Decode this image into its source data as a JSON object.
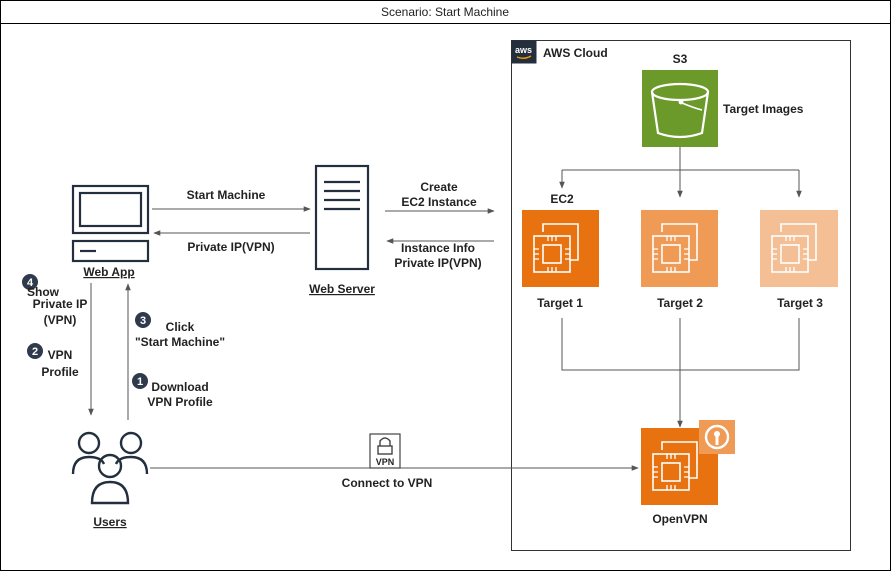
{
  "title": "Scenario: Start Machine",
  "cloud": {
    "label": "AWS Cloud",
    "badge": "aws"
  },
  "s3": {
    "label": "S3",
    "caption": "Target Images",
    "color": "#6c9a2a"
  },
  "ec2_label": "EC2",
  "targets": [
    {
      "label": "Target 1",
      "color": "#e8720f"
    },
    {
      "label": "Target 2",
      "color": "#ef9a55"
    },
    {
      "label": "Target 3",
      "color": "#f5bf95"
    }
  ],
  "openvpn": {
    "label": "OpenVPN",
    "color": "#e8720f"
  },
  "web_app": {
    "label": "Web App"
  },
  "web_server": {
    "label": "Web Server"
  },
  "users": {
    "label": "Users"
  },
  "flows": {
    "start_machine": "Start Machine",
    "private_ip": "Private IP(VPN)",
    "create_line1": "Create",
    "create_line2": "EC2 Instance",
    "instance_info_line1": "Instance Info",
    "instance_info_line2": "Private IP(VPN)",
    "connect_vpn": "Connect to VPN",
    "vpn_badge": "VPN"
  },
  "steps": [
    {
      "number": "1",
      "line1": "Download",
      "line2": "VPN Profile"
    },
    {
      "number": "2",
      "line1": "VPN",
      "line2": "Profile"
    },
    {
      "number": "3",
      "line1": "Click",
      "line2": "\"Start Machine\""
    },
    {
      "number": "4",
      "line1": "Show",
      "line2": "Private IP",
      "line3": "(VPN)"
    }
  ],
  "colors": {
    "arrow": "#555555",
    "step_badge": "#2f3b4c"
  }
}
